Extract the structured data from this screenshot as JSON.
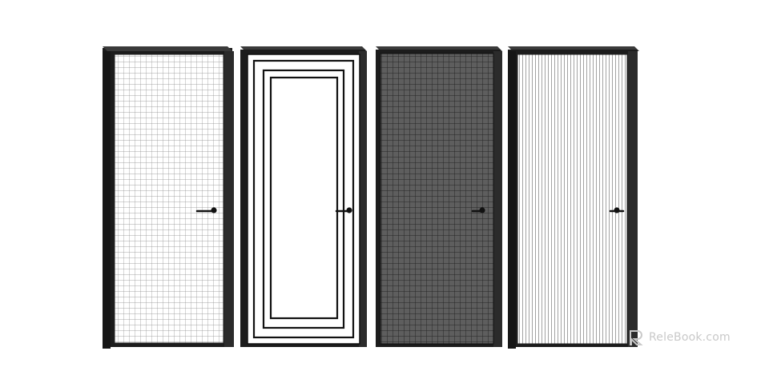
{
  "doors": [
    {
      "id": "door-1",
      "panel_style": "fine-grid-white"
    },
    {
      "id": "door-2",
      "panel_style": "recessed-panel-white"
    },
    {
      "id": "door-3",
      "panel_style": "grid-dark-gray"
    },
    {
      "id": "door-4",
      "panel_style": "vertical-reeded-white"
    }
  ],
  "watermark": {
    "text": "ReleBook.com",
    "icon": "relebook-logo-icon"
  },
  "colors": {
    "background": "#ffffff",
    "frame": "#1c1c1c",
    "frame_side": "#2b2b2b",
    "panel_light": "#ffffff",
    "panel_dark": "#5a5a5a",
    "grid_line_light": "#8a8a8a",
    "grid_line_dark": "#2a2a2a",
    "handle": "#111111",
    "watermark": "#c9c9c9"
  }
}
